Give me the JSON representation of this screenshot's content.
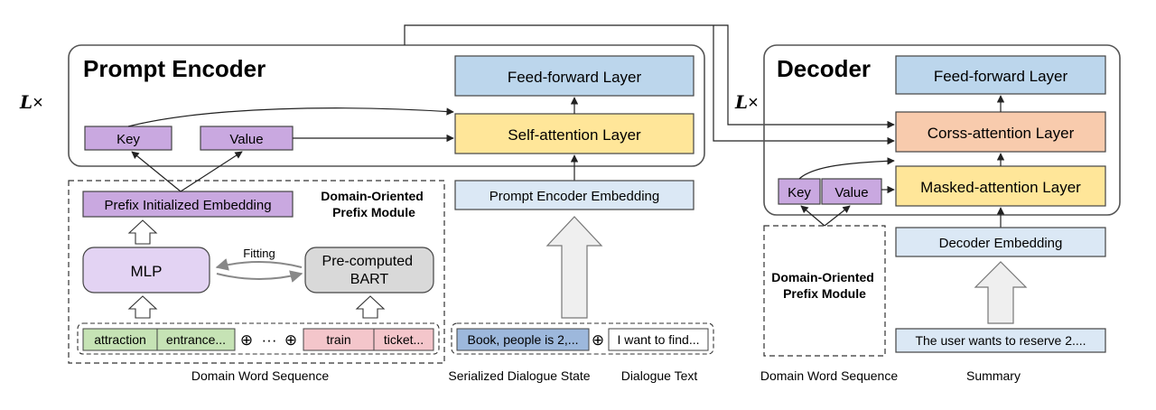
{
  "encoder": {
    "title": "Prompt Encoder",
    "repeat_prefix": "L",
    "repeat_suffix": "×",
    "feed_forward": "Feed-forward Layer",
    "self_attention": "Self-attention Layer",
    "key": "Key",
    "value": "Value",
    "embedding": "Prompt Encoder Embedding"
  },
  "prefix_module": {
    "title_line1": "Domain-Oriented",
    "title_line2": "Prefix Module",
    "prefix_embedding": "Prefix Initialized Embedding",
    "mlp": "MLP",
    "fitting": "Fitting",
    "bart_line1": "Pre-computed",
    "bart_line2": "BART",
    "tokens": {
      "t1": "attraction",
      "t2": "entrance...",
      "oplus1": "⊕",
      "dots": "···",
      "oplus2": "⊕",
      "t3": "train",
      "t4": "ticket..."
    },
    "caption": "Domain Word Sequence"
  },
  "input": {
    "state_text": "Book, people is 2,...",
    "oplus": "⊕",
    "dialogue_text": "I want to find...",
    "state_caption": "Serialized Dialogue State",
    "dialogue_caption": "Dialogue Text"
  },
  "decoder": {
    "title": "Decoder",
    "repeat_prefix": "L",
    "repeat_suffix": "×",
    "feed_forward": "Feed-forward Layer",
    "cross_attention": "Corss-attention Layer",
    "masked_attention": "Masked-attention Layer",
    "key": "Key",
    "value": "Value",
    "embedding": "Decoder Embedding",
    "prefix_line1": "Domain-Oriented",
    "prefix_line2": "Prefix Module",
    "summary_text": "The user wants to reserve 2....",
    "domain_caption": "Domain Word Sequence",
    "summary_caption": "Summary"
  },
  "colors": {
    "blue_fill": "#bcd6ec",
    "yellow_fill": "#ffe699",
    "orange_fill": "#f8cbad",
    "purple_fill": "#c9a8e0",
    "light_purple_fill": "#e3d3f3",
    "gray_fill": "#d9d9d9",
    "pale_blue_fill": "#dbe8f5",
    "green_fill": "#c6e3b5",
    "pink_fill": "#f4c6cb",
    "state_fill": "#9db8dc"
  }
}
